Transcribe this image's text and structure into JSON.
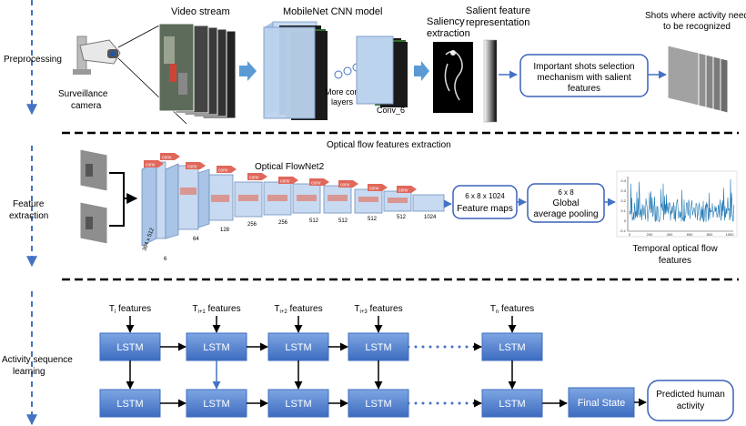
{
  "sections": {
    "preprocessing": "Preprocessing",
    "feature_extraction_1": "Feature",
    "feature_extraction_2": "extraction",
    "activity_1": "Activity sequence",
    "activity_2": "learning"
  },
  "top": {
    "camera_1": "Surveillance",
    "camera_2": "camera",
    "video_stream": "Video stream",
    "mobilenet": "MobileNet CNN model",
    "more_conv_1": "More conv",
    "more_conv_2": "layers",
    "conv6": "Conv_6",
    "saliency_1": "Saliency",
    "saliency_2": "extraction",
    "salient_rep_1": "Salient feature",
    "salient_rep_2": "representation",
    "selection_1": "Important shots selection",
    "selection_2": "mechanism with salient",
    "selection_3": "features",
    "shots_1": "Shots where activity need",
    "shots_2": "to be recognized"
  },
  "middle": {
    "title": "Optical flow features extraction",
    "flownet": "Optical FlowNet2",
    "conv_tags": [
      "conv",
      "conv",
      "conv",
      "conv",
      "conv",
      "conv",
      "conv",
      "conv",
      "conv",
      "conv"
    ],
    "dims": [
      "384 x 512",
      "6",
      "64",
      "128",
      "256",
      "256",
      "512",
      "512",
      "512",
      "512",
      "1024"
    ],
    "feature_maps_dim": "6 x 8 x 1024",
    "feature_maps": "Feature maps",
    "gap_dim": "6 x 8",
    "gap_1": "Global",
    "gap_2": "average  pooling",
    "temporal_1": "Temporal optical flow",
    "temporal_2": "features",
    "plot_yticks": [
      "0.4",
      "0.3",
      "0.2",
      "0.1",
      "0",
      "-0.1"
    ],
    "plot_xticks": [
      "0",
      "200",
      "400",
      "600",
      "800",
      "1000"
    ]
  },
  "bottom": {
    "features": [
      {
        "t": "T",
        "sub": "i",
        "suffix": " features"
      },
      {
        "t": "T",
        "sub": "i+1",
        "suffix": " features"
      },
      {
        "t": "T",
        "sub": "i+2",
        "suffix": " features"
      },
      {
        "t": "T",
        "sub": "i+3",
        "suffix": " features"
      },
      {
        "t": "T",
        "sub": "n",
        "suffix": " features"
      }
    ],
    "lstm": "LSTM",
    "final_state": "Final State",
    "predicted_1": "Predicted human",
    "predicted_2": "activity"
  },
  "colors": {
    "dash_blue": "#4472c4",
    "lstm_blue": "#5b8bd6",
    "rounded_box_border": "#3a62b8",
    "arrow_blue": "#5b9bd5",
    "signal": "#1f77b4"
  }
}
